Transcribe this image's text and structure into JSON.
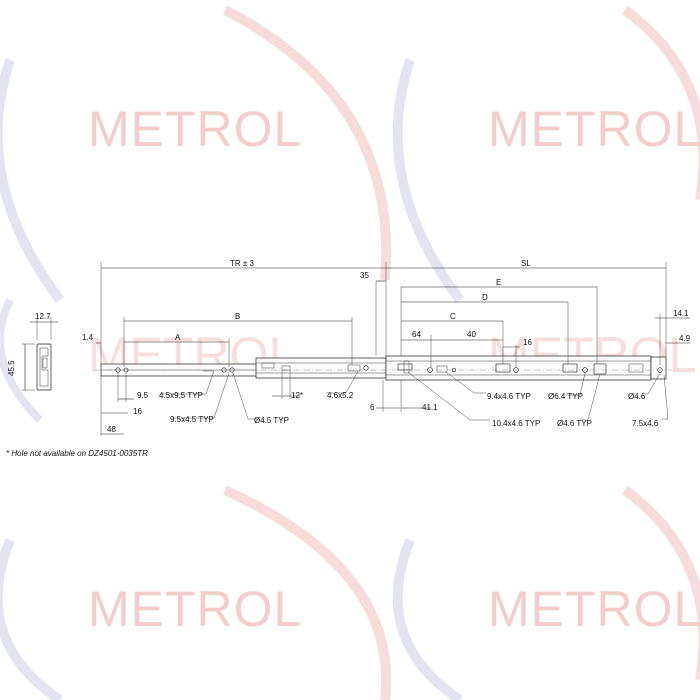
{
  "watermark": {
    "text": "METROL"
  },
  "dimensions": {
    "tr": "TR ± 3",
    "sl": "SL",
    "d35": "35",
    "a": "A",
    "b": "B",
    "c": "C",
    "d": "D",
    "e": "E",
    "d64": "64",
    "d40": "40",
    "d16_right": "16",
    "d14_1": "14.1",
    "d4_9": "4.9",
    "d12_7": "12.7",
    "d45_5": "45.5",
    "d1_4": "1.4",
    "d9_5": "9.5",
    "d16_left": "16",
    "d48": "48",
    "d12_star": "12*",
    "d6": "6",
    "d41_1": "41.1"
  },
  "callouts": {
    "slot_4_5x9_5": "4.5x9.5 TYP",
    "slot_9_5x4_5": "9.5x4.5 TYP",
    "hole_4_5": "Ø4.5 TYP",
    "slot_4_6x5_2": "4.6x5.2",
    "slot_9_4x4_6": "9.4x4.6 TYP",
    "slot_10_4x4_6": "10.4x4.6 TYP",
    "hole_6_4": "Ø6.4 TYP",
    "hole_4_6_typ": "Ø4.6 TYP",
    "hole_4_6": "Ø4.6",
    "slot_7_5x4_6": "7.5x4.6"
  },
  "footnote": "*   Hole not available on DZ4501-0035TR"
}
